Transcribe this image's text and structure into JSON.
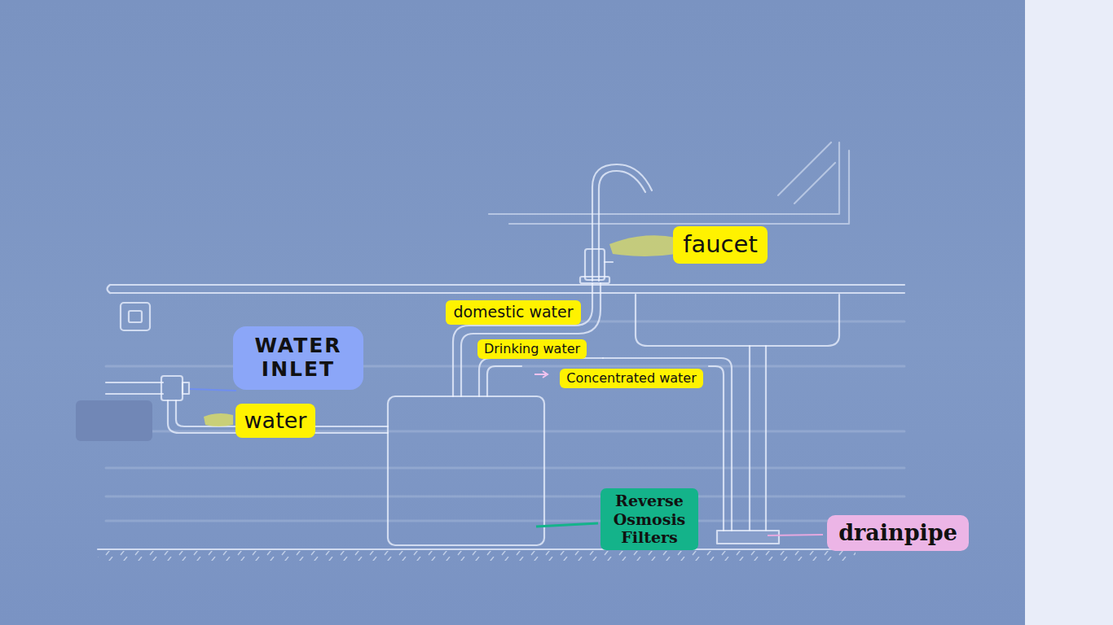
{
  "diagram": {
    "nodes": [
      {
        "text": [
          "faucet"
        ]
      },
      {
        "text": [
          "domestic water"
        ]
      },
      {
        "text": [
          "WATER INLET"
        ]
      },
      {
        "text": [
          "Drinking water"
        ]
      },
      {
        "text": [
          "Concentrated water"
        ]
      },
      {
        "text": [
          "water"
        ]
      },
      {
        "text": [
          "Reverse Osmosis Filters"
        ]
      },
      {
        "text": [
          "drainpipe"
        ]
      }
    ]
  }
}
